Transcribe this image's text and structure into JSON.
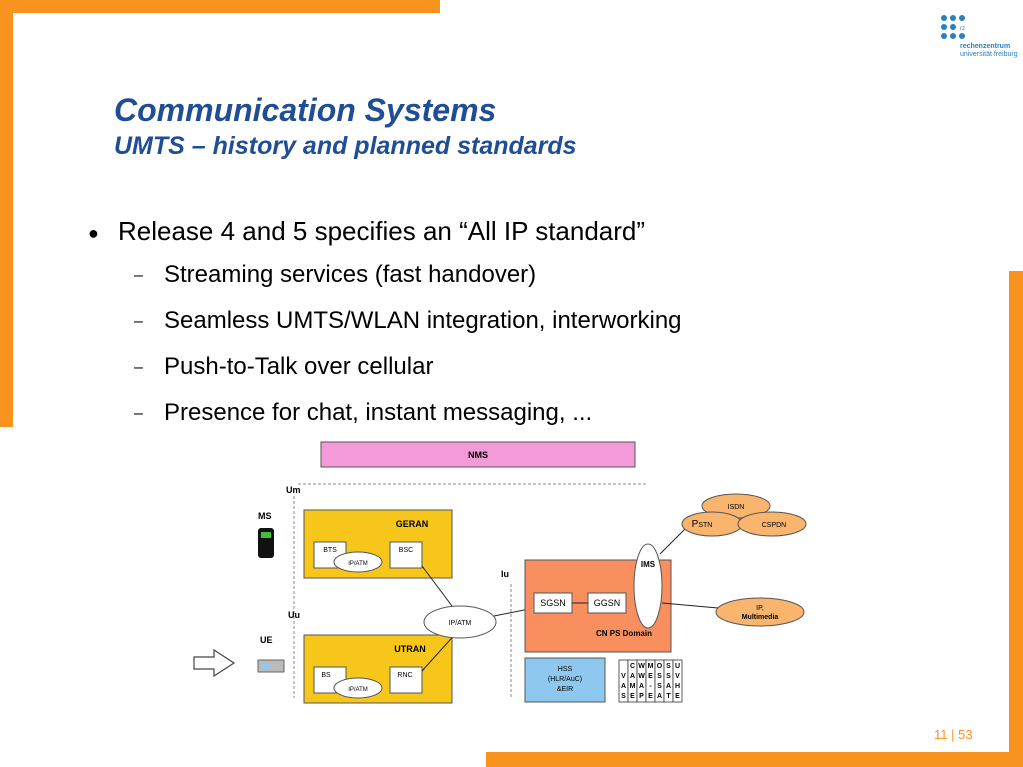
{
  "slide": {
    "title": "Communication Systems",
    "subtitle": "UMTS – history and planned standards",
    "bullet": "Release 4 and 5 specifies an “All IP standard”",
    "sub_bullets": [
      "Streaming services (fast handover)",
      "Seamless UMTS/WLAN integration, interworking",
      "Push-to-Talk over cellular",
      "Presence for chat, instant messaging, ..."
    ],
    "page_current": "11",
    "page_sep": "|",
    "page_total": "53"
  },
  "logo": {
    "line1": "rechenzentrum",
    "line2": "universität freiburg",
    "small": "rz"
  },
  "diagram": {
    "nms": "NMS",
    "um": "Um",
    "uu": "Uu",
    "iu": "Iu",
    "ms": "MS",
    "ue": "UE",
    "geran": "GERAN",
    "utran": "UTRAN",
    "bts": "BTS",
    "bsc": "BSC",
    "bs": "BS",
    "rnc": "RNC",
    "ipatm": "IP/ATM",
    "sgsn": "SGSN",
    "ggsn": "GGSN",
    "cnps": "CN PS Domain",
    "ims": "IMS",
    "isdn": "ISDN",
    "pstn_p": "P",
    "pstn_rest": "STN",
    "cspdn": "CSPDN",
    "ip_multimedia_1": "IP,",
    "ip_multimedia_2": "Multimedia",
    "hss_1": "HSS",
    "hss_2": "(HLR/AuC)",
    "hss_3": "&EIR",
    "grid_cols": [
      [
        "",
        "V",
        "A",
        "S"
      ],
      [
        "C",
        "A",
        "M",
        "E"
      ],
      [
        "W",
        "W",
        "A",
        "P"
      ],
      [
        "M",
        "E",
        "-",
        "E"
      ],
      [
        "O",
        "S",
        "S",
        "A"
      ],
      [
        "S",
        "S",
        "A",
        "T"
      ],
      [
        "U",
        "V",
        "H",
        "E"
      ]
    ]
  },
  "colors": {
    "accent": "#f7931e",
    "title": "#1f4e96",
    "nms": "#f59ad8",
    "ran": "#f7c61a",
    "cn": "#f98f5e",
    "hss": "#8ec8ee",
    "cloud": "#f9b46e"
  }
}
